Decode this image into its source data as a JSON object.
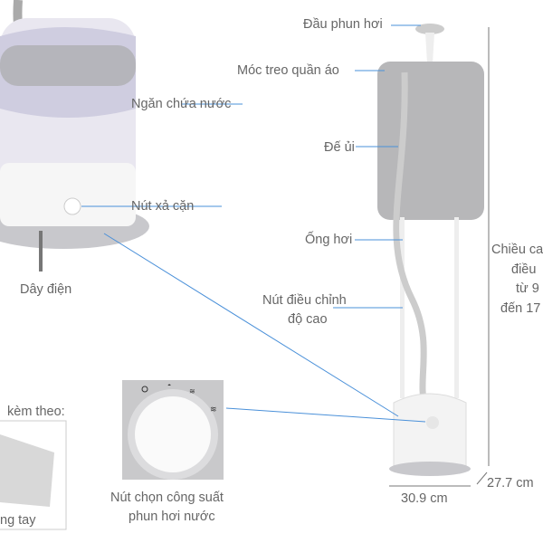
{
  "labels": {
    "nozzle": "Đầu phun hơi",
    "hanger": "Móc treo quần áo",
    "water_tank": "Ngăn chứa nước",
    "ironing_board": "Đế ủi",
    "descale_button": "Nút xả cặn",
    "steam_hose": "Ống hơi",
    "power_cord": "Dây điện",
    "height_adjust_line1": "Nút điều chỉnh",
    "height_adjust_line2": "độ cao",
    "height_line1": "Chiều ca",
    "height_line2": "điều",
    "height_line3": "từ 9",
    "height_line4": "đến 17",
    "accessories": "kèm theo:",
    "glove": "ng tay",
    "power_knob_line1": "Nút chọn công suất",
    "power_knob_line2": "phun hơi nước"
  },
  "dimensions": {
    "width": "30.9 cm",
    "depth": "27.7 cm"
  },
  "colors": {
    "leader_line": "#4a90d9",
    "text": "#666666"
  }
}
